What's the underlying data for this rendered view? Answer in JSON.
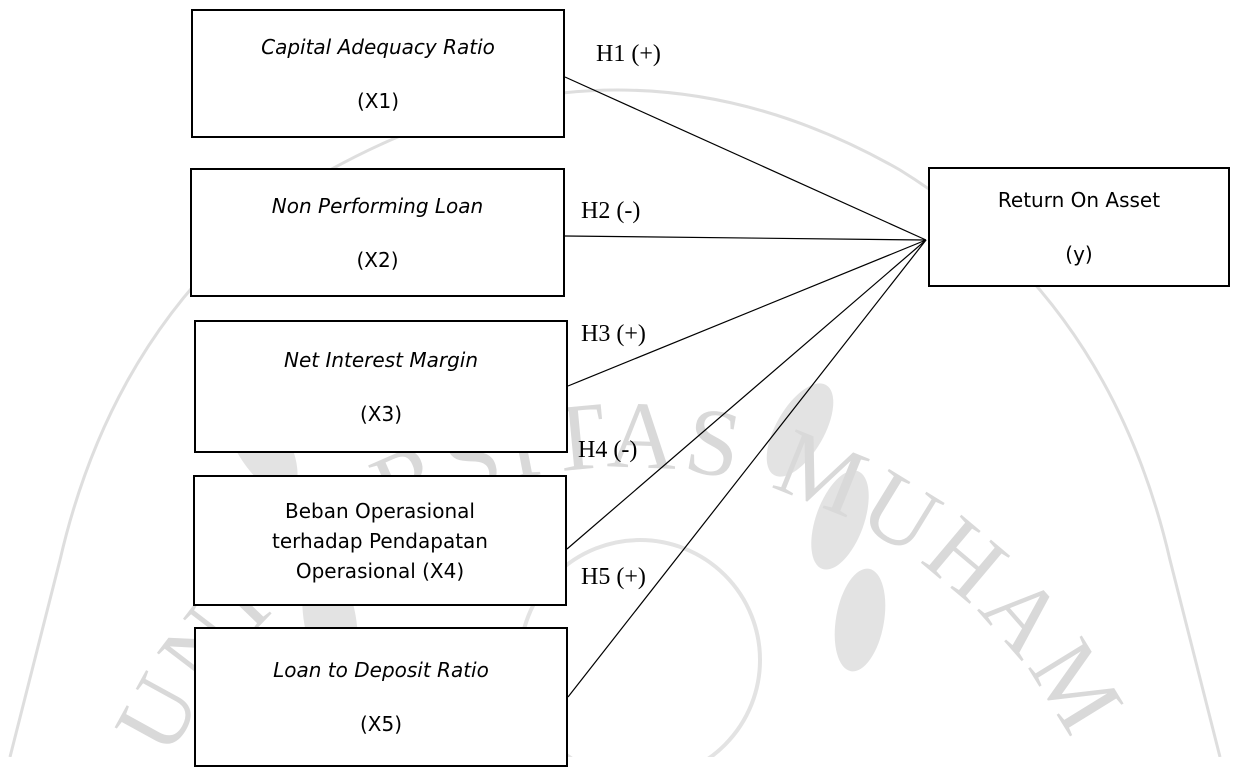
{
  "watermark": {
    "text": "UNIVERSITAS MUHAMMADIYAH",
    "color": "#d9d9d9"
  },
  "independent_variables": [
    {
      "name": "Capital Adequacy Ratio",
      "code": "(X1)",
      "italic": true
    },
    {
      "name": "Non Performing Loan",
      "code": "(X2)",
      "italic": true
    },
    {
      "name": "Net Interest Margin",
      "code": "(X3)",
      "italic": true
    },
    {
      "name_lines": [
        "Beban Operasional",
        "terhadap Pendapatan",
        "Operasional (X4)"
      ],
      "italic": false
    },
    {
      "name": "Loan to Deposit Ratio",
      "code": "(X5)",
      "italic": true
    }
  ],
  "dependent_variable": {
    "name": "Return On Asset",
    "code": "(y)"
  },
  "hypotheses": [
    {
      "label": "H1 (+)"
    },
    {
      "label": "H2 (-)"
    },
    {
      "label": "H3 (+)"
    },
    {
      "label": "H4 (-)"
    },
    {
      "label": "H5 (+)"
    }
  ]
}
